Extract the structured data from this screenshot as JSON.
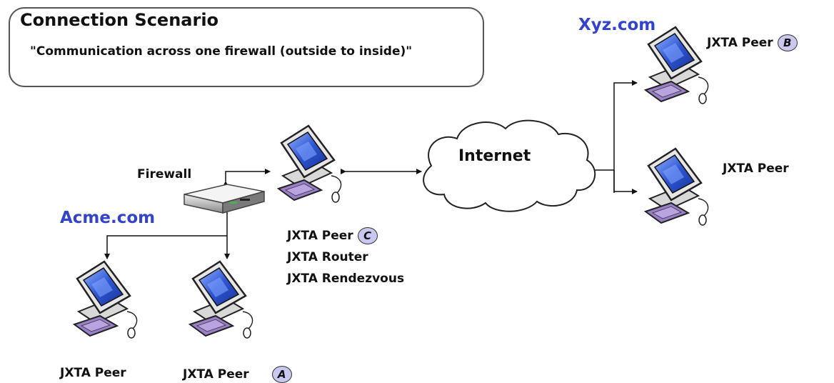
{
  "header": {
    "title": "Connection Scenario",
    "subtitle": "\"Communication across one firewall (outside to inside)\""
  },
  "domains": {
    "xyz": "Xyz.com",
    "acme": "Acme.com"
  },
  "firewall": {
    "label": "Firewall"
  },
  "internet": {
    "label": "Internet"
  },
  "peers": {
    "b": {
      "label": "JXTA Peer",
      "badge": "B"
    },
    "right_lower": {
      "label": "JXTA Peer"
    },
    "c": {
      "label": "JXTA Peer",
      "badge": "C",
      "role1": "JXTA Router",
      "role2": "JXTA Rendezvous"
    },
    "a_left": {
      "label": "JXTA Peer"
    },
    "a_right": {
      "label": "JXTA Peer",
      "badge": "A"
    }
  },
  "colors": {
    "domain_text": "#3344cc",
    "badge_fill": "#c9c9ef",
    "screen": "#3a5fd0"
  }
}
